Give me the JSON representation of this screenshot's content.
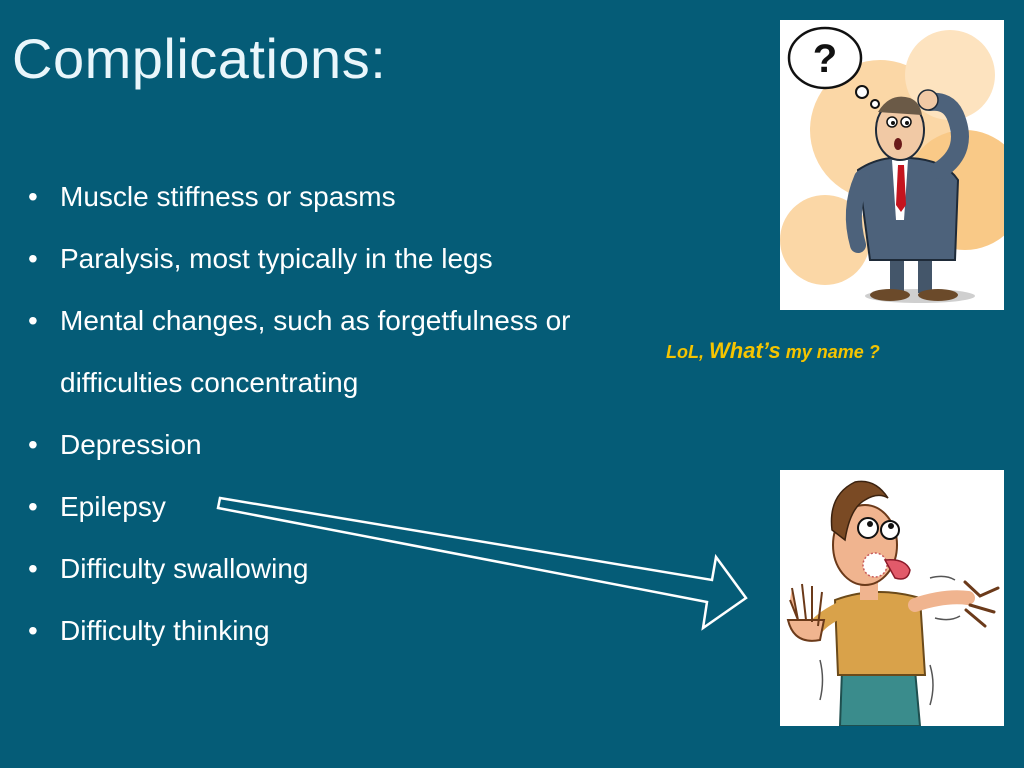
{
  "slide": {
    "title": "Complications:",
    "bullets": [
      {
        "lines": [
          "Muscle stiffness or spasms"
        ]
      },
      {
        "lines": [
          "Paralysis, most typically in the legs"
        ]
      },
      {
        "lines": [
          "Mental changes, such as forgetfulness or",
          "difficulties concentrating"
        ]
      },
      {
        "lines": [
          "Depression"
        ]
      },
      {
        "lines": [
          "Epilepsy"
        ]
      },
      {
        "lines": [
          "Difficulty swallowing"
        ]
      },
      {
        "lines": [
          "Difficulty thinking"
        ]
      }
    ],
    "bullet_symbol": "•",
    "caption": {
      "part1": "LoL, ",
      "part2": "What’s",
      "part3": " my name ?"
    },
    "thought_bubble_text": "?",
    "images": {
      "top": "confused-man-illustration",
      "bottom": "trembling-man-illustration"
    },
    "colors": {
      "background": "#055c77",
      "title": "#e9f6fb",
      "text": "#ffffff",
      "caption": "#f5c400"
    }
  }
}
